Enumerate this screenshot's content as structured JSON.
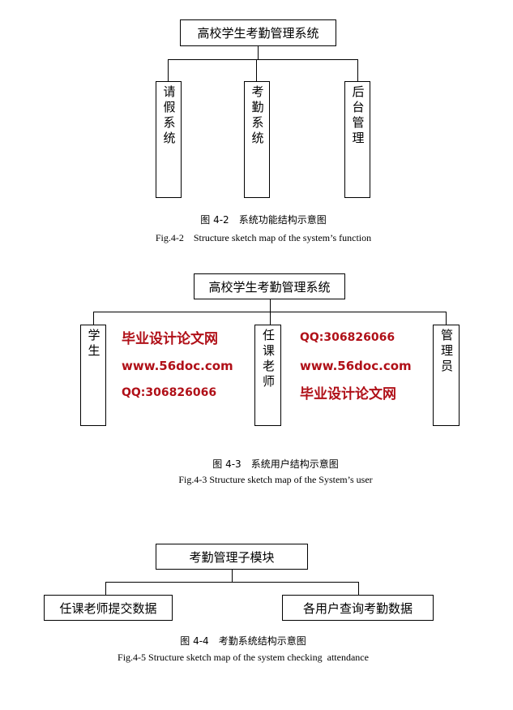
{
  "figure_4_2": {
    "root": "高校学生考勤管理系统",
    "children": [
      "请假系统",
      "考勤系统",
      "后台管理"
    ],
    "caption_cn": "图 4-2　系统功能结构示意图",
    "caption_en": "Fig.4-2　Structure sketch map of the system’s function"
  },
  "figure_4_3": {
    "root": "高校学生考勤管理系统",
    "children": [
      "学生",
      "任课老师",
      "管理员"
    ],
    "caption_cn": "图 4-3　系统用户结构示意图",
    "caption_en": "Fig.4-3 Structure sketch map of the System’s user"
  },
  "figure_4_4": {
    "root": "考勤管理子模块",
    "children": [
      "任课老师提交数据",
      "各用户查询考勤数据"
    ],
    "caption_cn": "图 4-4　考勤系统结构示意图",
    "caption_en": "Fig.4-5 Structure sketch map of the system checking  attendance"
  },
  "watermark": {
    "site_cn": "毕业设计论文网",
    "url": "www.56doc.com",
    "qq": "QQ:306826066",
    "color": "#b01018"
  }
}
